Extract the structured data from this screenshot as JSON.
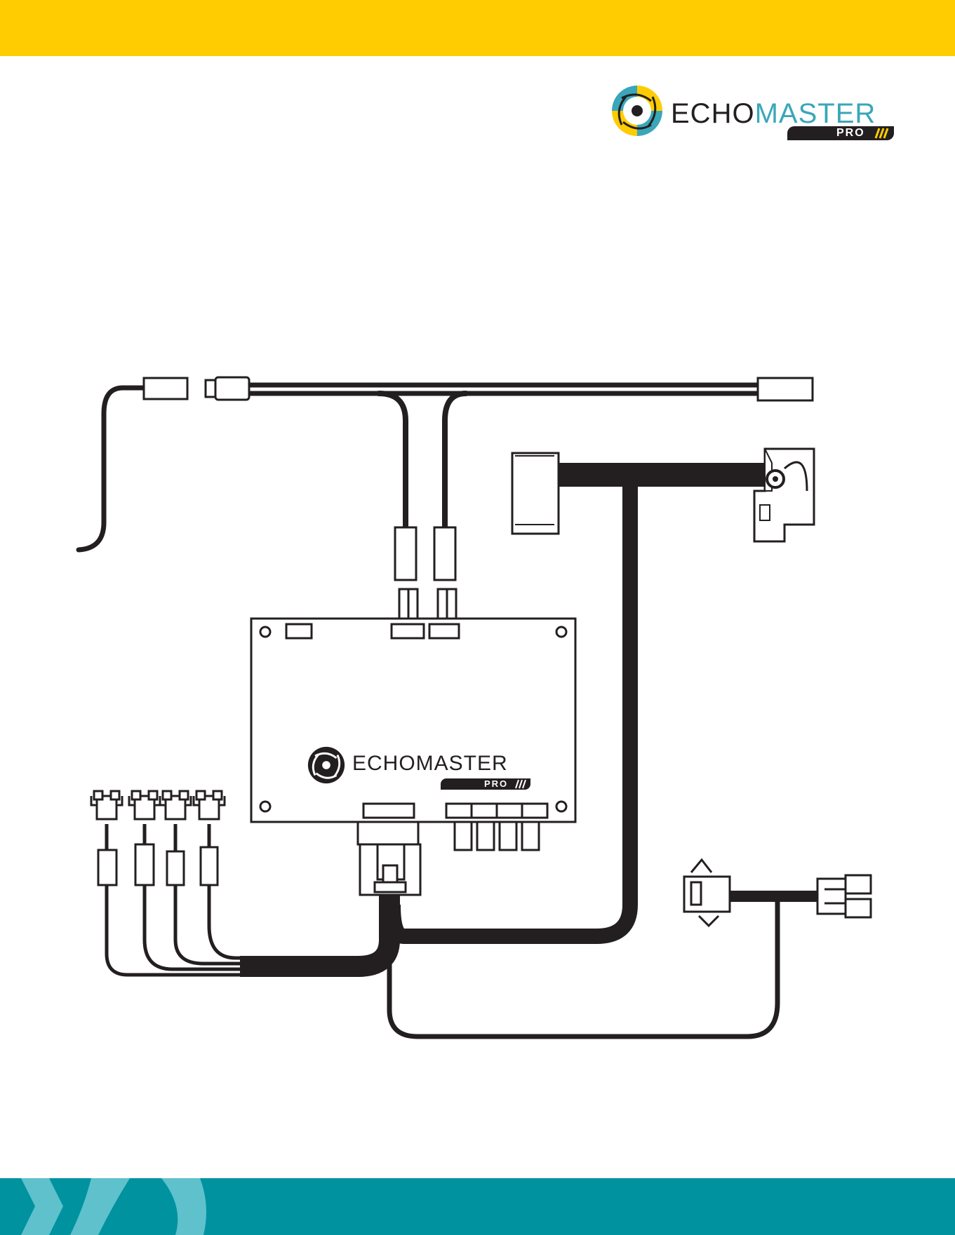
{
  "brand": {
    "word_dark": "ECHO",
    "word_light": "MASTER",
    "badge": "PRO",
    "colors": {
      "yellow": "#FECC00",
      "teal": "#00929F",
      "light_teal": "#3AA6B9",
      "ink": "#231F20"
    }
  },
  "module": {
    "word": "ECHOMASTER",
    "badge": "PRO"
  },
  "icons": [
    "swirl-logo-icon",
    "chevron-stripes-icon"
  ]
}
